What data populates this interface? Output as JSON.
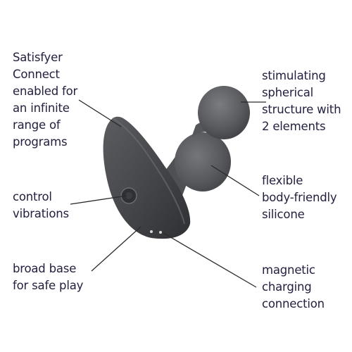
{
  "colors": {
    "text": "#232140",
    "leader_line": "#2a2a2a",
    "product_dark": "#3a3b3f",
    "product_mid": "#5a5c60",
    "product_light": "#6e7074"
  },
  "callouts": {
    "satisfyer_connect": [
      "Satisfyer",
      "Connect",
      "enabled for",
      "an infinite",
      "range of",
      "programs"
    ],
    "control_vibrations": [
      "control",
      "vibrations"
    ],
    "broad_base": [
      "broad base",
      "for safe play"
    ],
    "spherical_structure": [
      "stimulating",
      "spherical",
      "structure with",
      "2 elements"
    ],
    "flexible_silicone": [
      "flexible",
      "body-friendly",
      "silicone"
    ],
    "magnetic_charging": [
      "magnetic",
      "charging",
      "connection"
    ]
  }
}
